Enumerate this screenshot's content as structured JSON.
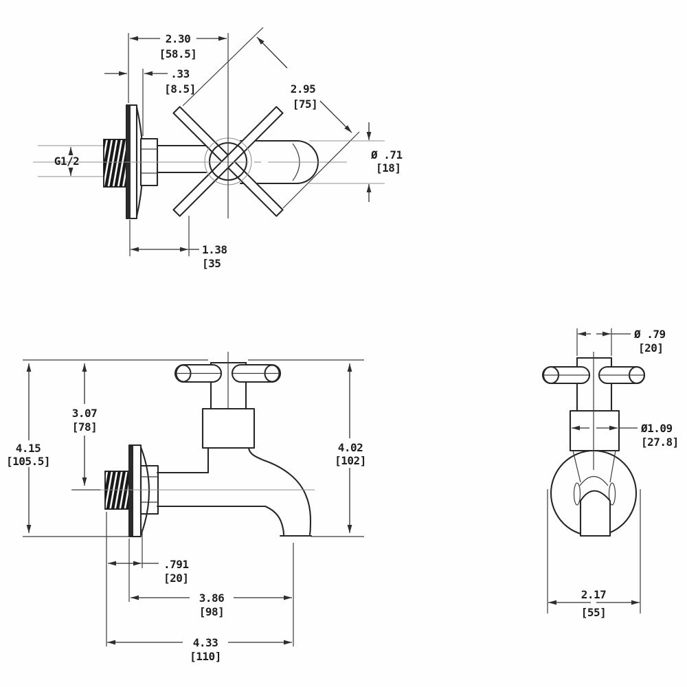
{
  "colors": {
    "line": "#262626",
    "hairline": "#8f8f8f",
    "background": "#ffffff"
  },
  "views": {
    "top": {
      "label": "top-view",
      "dims": {
        "width": {
          "in": "2.30",
          "mm": "[58.5]"
        },
        "flange_thickness": {
          "in": ".33",
          "mm": "[8.5]"
        },
        "handle_span": {
          "in": "2.95",
          "mm": "[75]"
        },
        "spout_diameter": {
          "in": "Ø .71",
          "mm": "[18]"
        },
        "inlet_thread": "G1/2",
        "flange_to_handle": {
          "in": "1.38",
          "mm": "[35"
        }
      }
    },
    "front": {
      "label": "front-view",
      "dims": {
        "top_to_inlet_center": {
          "in": "3.07",
          "mm": "[78]"
        },
        "overall_height": {
          "in": "4.15",
          "mm": "[105.5]"
        },
        "top_to_outlet": {
          "in": "4.02",
          "mm": "[102]"
        },
        "thread_projection": {
          "in": ".791",
          "mm": "[20]"
        },
        "flange_to_outlet": {
          "in": "3.86",
          "mm": "[98]"
        },
        "overall_reach": {
          "in": "4.33",
          "mm": "[110]"
        }
      }
    },
    "side": {
      "label": "side-view",
      "dims": {
        "handle_hub_diameter": {
          "in": "Ø .79",
          "mm": "[20]"
        },
        "bonnet_diameter": {
          "in": "Ø1.09",
          "mm": "[27.8]"
        },
        "flange_diameter": {
          "in": "2.17",
          "mm": "[55]"
        }
      }
    }
  }
}
